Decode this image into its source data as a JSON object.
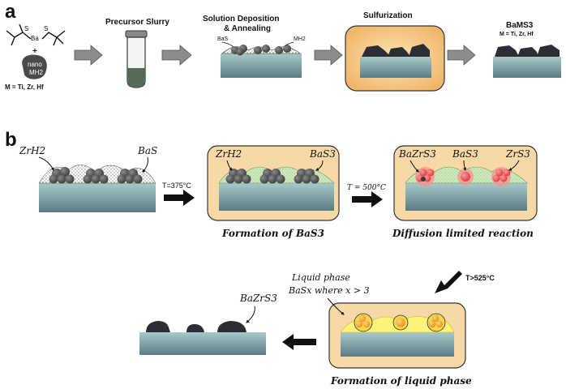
{
  "panel_a": {
    "letter": "a",
    "precursor": {
      "s_left": "S",
      "s_right": "S",
      "ba": "Ba",
      "plus": "+",
      "nano": "nano",
      "mh2": "MH2",
      "metals": "M = Ti, Zr, Hf"
    },
    "steps": {
      "slurry": "Precursor Slurry",
      "deposition_line1": "Solution Deposition",
      "deposition_line2": "& Annealing",
      "bas": "BaS",
      "mh2": "MH2",
      "sulfurization": "Sulfurization",
      "product": "BaMS3",
      "product_metals": "M = Ti, Zr, Hf"
    }
  },
  "panel_b": {
    "letter": "b",
    "stage1": {
      "zrh2": "ZrH2",
      "bas": "BaS"
    },
    "arrow1": "T=375°C",
    "stage2": {
      "zrh2": "ZrH2",
      "bas3": "BaS3",
      "caption": "Formation of BaS3"
    },
    "arrow2": "T = 500°C",
    "stage3": {
      "bazrs3": "BaZrS3",
      "bas3": "BaS3",
      "zrs3": "ZrS3",
      "caption": "Diffusion limited reaction"
    },
    "arrow3": "T>525°C",
    "stage4": {
      "liquid_line1": "Liquid phase",
      "liquid_line2": "BaSx where x > 3",
      "caption": "Formation of liquid phase"
    },
    "stage5": {
      "bazrs3": "BaZrS3"
    }
  },
  "colors": {
    "substrate_top": "#9fc2c4",
    "substrate_bottom": "#5f8388",
    "furnace_fill": "#f7d8a6",
    "furnace_stroke": "#333333",
    "particle": "#4a4a4a",
    "red_particle": "#e05a5a",
    "yellow_liquid": "#fff27a",
    "orange_particle": "#f2a623",
    "green_matrix": "#d8ecc8",
    "arrow_grey": "#8c8c8c",
    "film_dark": "#2d2d35"
  }
}
